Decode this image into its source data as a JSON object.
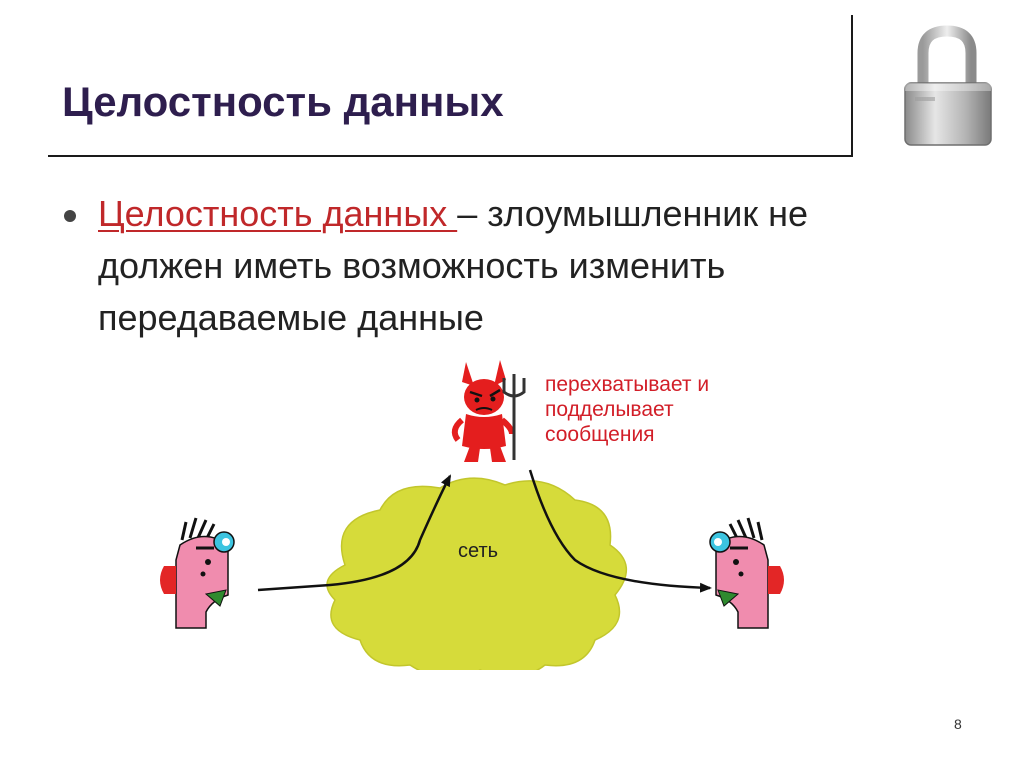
{
  "slide": {
    "title": "Целостность данных",
    "bullet": {
      "term": "Целостность данных ",
      "text": "– злоумышленник не должен иметь возможность изменить передаваемые данные"
    },
    "diagram": {
      "attacker_note": [
        "перехватывает и",
        "подделывает",
        "сообщения"
      ],
      "network_label": "сеть"
    },
    "page_number": "8"
  },
  "colors": {
    "title": "#2e1e4e",
    "term": "#c0282a",
    "note": "#d21e28",
    "cloud": "#d6db3a",
    "devil": "#e41e1e",
    "person_skin": "#f08cae",
    "eye": "#3cc4e0",
    "ear": "#e32626"
  },
  "icons": [
    "padlock-icon",
    "devil-icon",
    "sender-person-icon",
    "receiver-person-icon",
    "cloud-icon"
  ]
}
